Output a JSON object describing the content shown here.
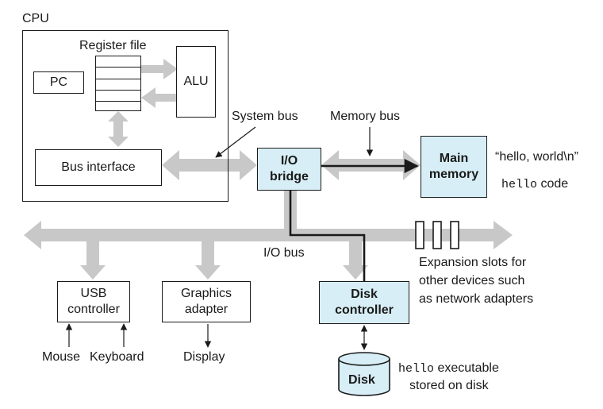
{
  "colors": {
    "bus": "#c8c8c8",
    "highlight": "#d7eef6",
    "line": "#1a1a1a"
  },
  "cpu": {
    "label": "CPU",
    "register_file": "Register file",
    "pc": "PC",
    "alu": "ALU",
    "bus_interface": "Bus interface"
  },
  "buses": {
    "system_bus": "System bus",
    "memory_bus": "Memory bus",
    "io_bus": "I/O bus"
  },
  "io_bridge": {
    "line1": "I/O",
    "line2": "bridge"
  },
  "main_memory": {
    "line1": "Main",
    "line2": "memory",
    "string_contents": "“hello, world\\n”",
    "code_mono": "hello",
    "code_text": " code"
  },
  "usb_controller": {
    "line1": "USB",
    "line2": "controller"
  },
  "graphics_adapter": {
    "line1": "Graphics",
    "line2": "adapter"
  },
  "disk_controller": {
    "line1": "Disk",
    "line2": "controller"
  },
  "devices": {
    "mouse": "Mouse",
    "keyboard": "Keyboard",
    "display": "Display",
    "disk": "Disk"
  },
  "expansion_slots": {
    "line1": "Expansion slots for",
    "line2": "other devices such",
    "line3": "as network adapters"
  },
  "disk_note": {
    "mono": "hello",
    "line1_rest": " executable",
    "line2": "stored on disk"
  }
}
